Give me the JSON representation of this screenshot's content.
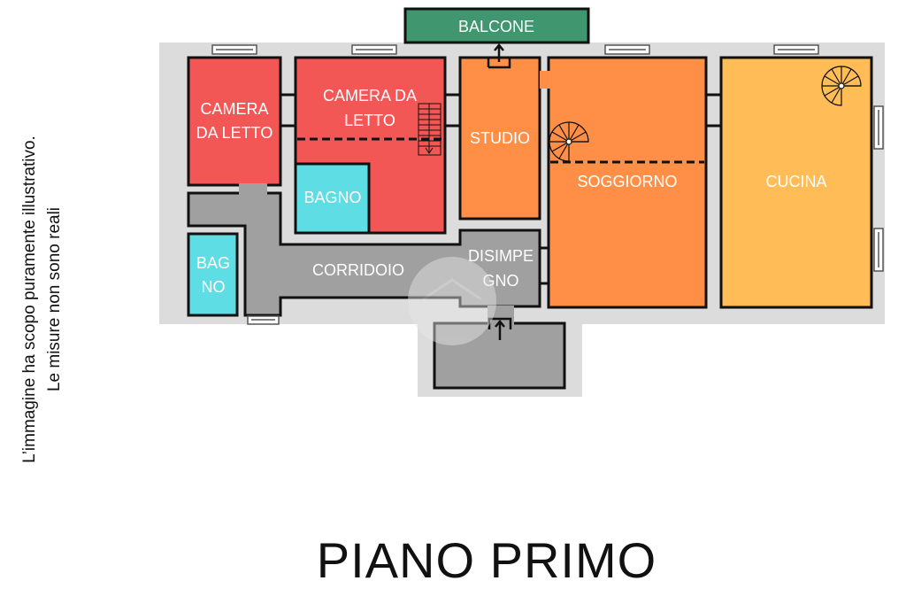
{
  "title": "PIANO PRIMO",
  "disclaimer": {
    "line1": "L’immagine ha scopo puramente illustrativo.",
    "line2": "Le misure non sono reali"
  },
  "rooms": {
    "balcone": "BALCONE",
    "camera1": [
      "CAMERA",
      "DA LETTO"
    ],
    "camera2": [
      "CAMERA DA",
      "LETTO"
    ],
    "bagno": "BAGNO",
    "bagno_small": [
      "BAG",
      "NO"
    ],
    "studio": "STUDIO",
    "soggiorno": "SOGGIORNO",
    "cucina": "CUCINA",
    "corridoio": "CORRIDOIO",
    "disimpegno": [
      "DISIMPE",
      "GNO"
    ]
  },
  "colors": {
    "bedroom": "#f25755",
    "bathroom": "#5fdde5",
    "studio": "#ff8f47",
    "living": "#ff8f47",
    "kitchen": "#ffbc57",
    "corridor": "#a0a0a0",
    "balcony": "#3f966f",
    "floor": "#dcdcdc",
    "wall": "#111111"
  }
}
